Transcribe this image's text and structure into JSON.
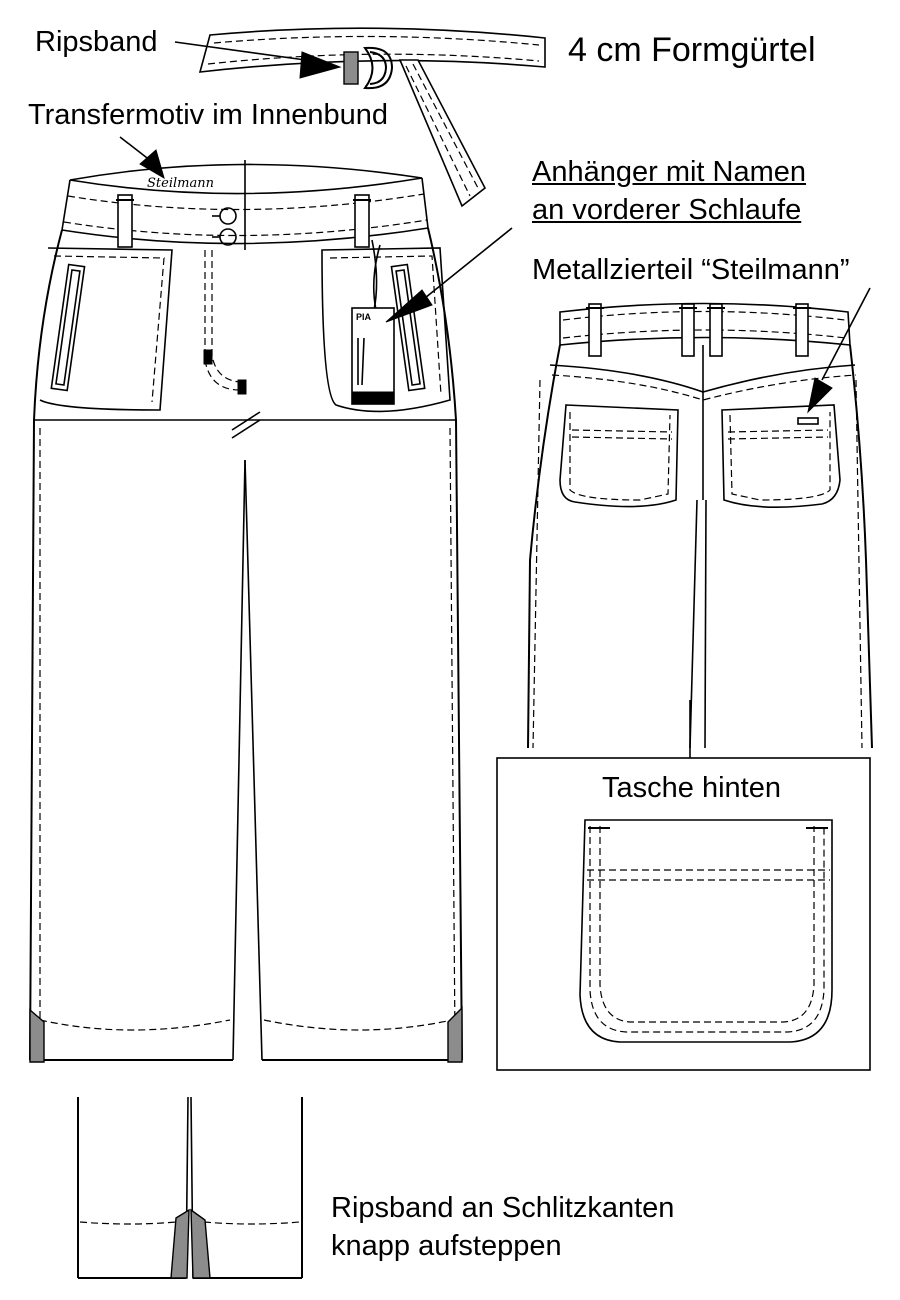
{
  "labels": {
    "ripsband": "Ripsband",
    "belt_title": "4 cm Formgürtel",
    "transfer": "Transfermotiv im Innenbund",
    "hangtag_line1": "Anhänger mit Namen",
    "hangtag_line2": "an vorderer Schlaufe",
    "metal_trim": "Metallzierteil “Steilmann”",
    "back_pocket_title": "Tasche hinten",
    "slit_line1": "Ripsband an Schlitzkanten",
    "slit_line2": "knapp aufsteppen"
  },
  "waistband_print": "Steilmann",
  "hangtag_text": "PIA",
  "colors": {
    "line": "#000000",
    "ribbon_fill": "#8c8c8c",
    "background": "#ffffff"
  }
}
